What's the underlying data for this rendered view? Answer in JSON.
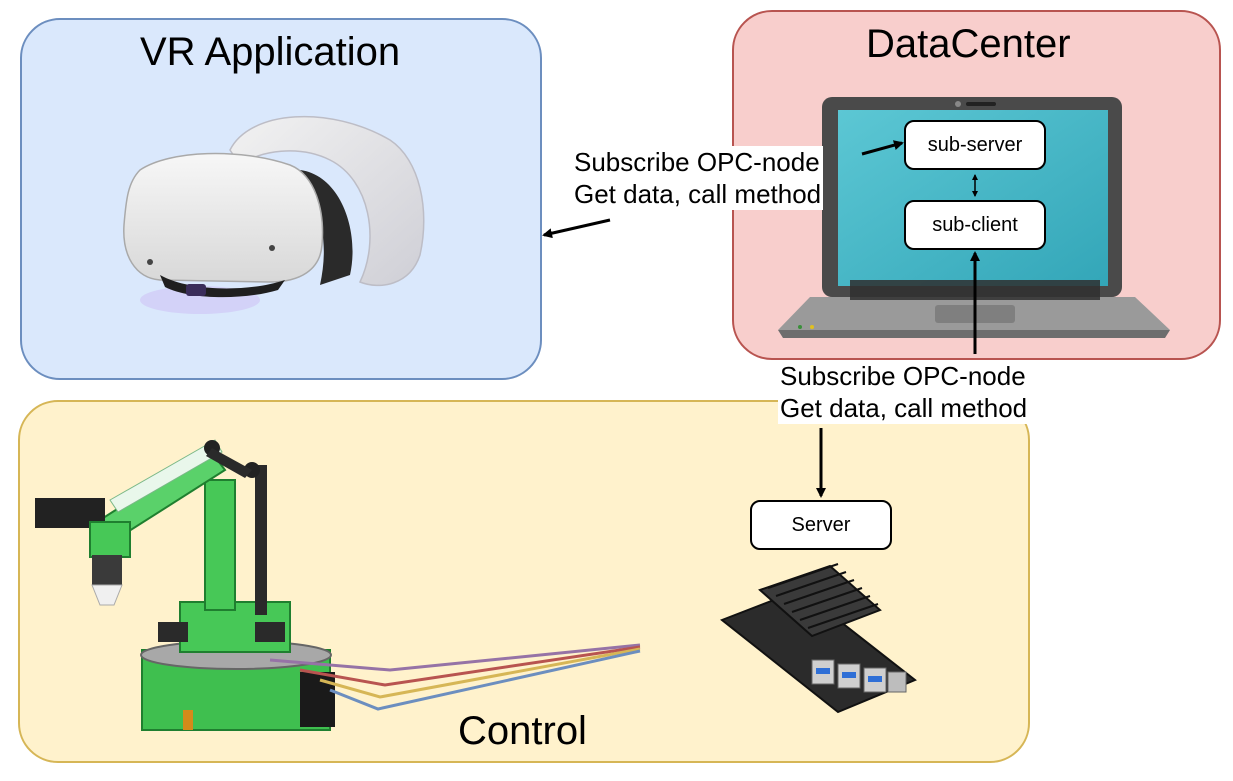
{
  "panels": {
    "vr": {
      "title": "VR Application"
    },
    "datacenter": {
      "title": "DataCenter"
    },
    "control": {
      "title": "Control"
    }
  },
  "nodes": {
    "sub_server": "sub-server",
    "sub_client": "sub-client",
    "server": "Server"
  },
  "edge_labels": {
    "top": {
      "line1": "Subscribe OPC-node",
      "line2": "Get data, call method"
    },
    "bottom": {
      "line1": "Subscribe OPC-node",
      "line2": "Get data, call method"
    }
  },
  "colors": {
    "vr_fill": "#dae8fc",
    "vr_border": "#6c8ebf",
    "dc_fill": "#f8cecc",
    "dc_border": "#b85450",
    "ctrl_fill": "#fff2cc",
    "ctrl_border": "#d6b656",
    "cable_purple": "#9673a6",
    "cable_red": "#b85450",
    "cable_yellow": "#d6b656",
    "cable_blue": "#6c8ebf"
  }
}
